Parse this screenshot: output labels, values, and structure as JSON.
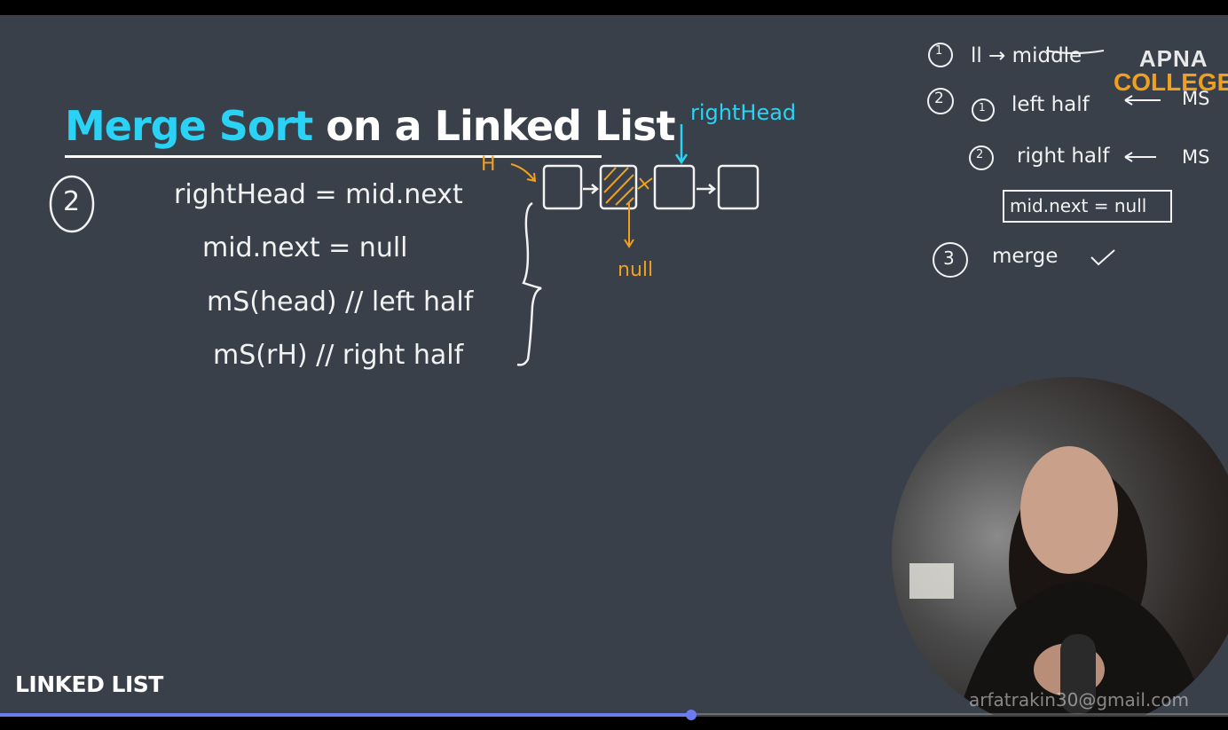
{
  "title": {
    "highlight": "Merge Sort",
    "rest": "on a Linked List"
  },
  "topic_label": "LINKED LIST",
  "logo": {
    "line1": "APNA",
    "line2": "COLLEGE"
  },
  "watermark": "arfatrakin30@gmail.com",
  "board": {
    "step_number": "2",
    "code_lines": [
      "rightHead = mid.next",
      "mid.next = null",
      "mS(head) // left half",
      "mS(rH) // right half"
    ],
    "diagram": {
      "head_label": "H",
      "right_head_label": "rightHead",
      "null_label": "null"
    },
    "notes": {
      "n1": "ll → middle",
      "n2a": "left half",
      "n2b": "right half",
      "ms": "MS",
      "boxed": "mid.next = null",
      "n3": "merge"
    }
  },
  "colors": {
    "background": "#394049",
    "accent_cyan": "#2ad3f5",
    "accent_orange": "#f0a020",
    "progress": "#6c7cf0"
  },
  "progress": {
    "played_fraction": 0.563
  }
}
